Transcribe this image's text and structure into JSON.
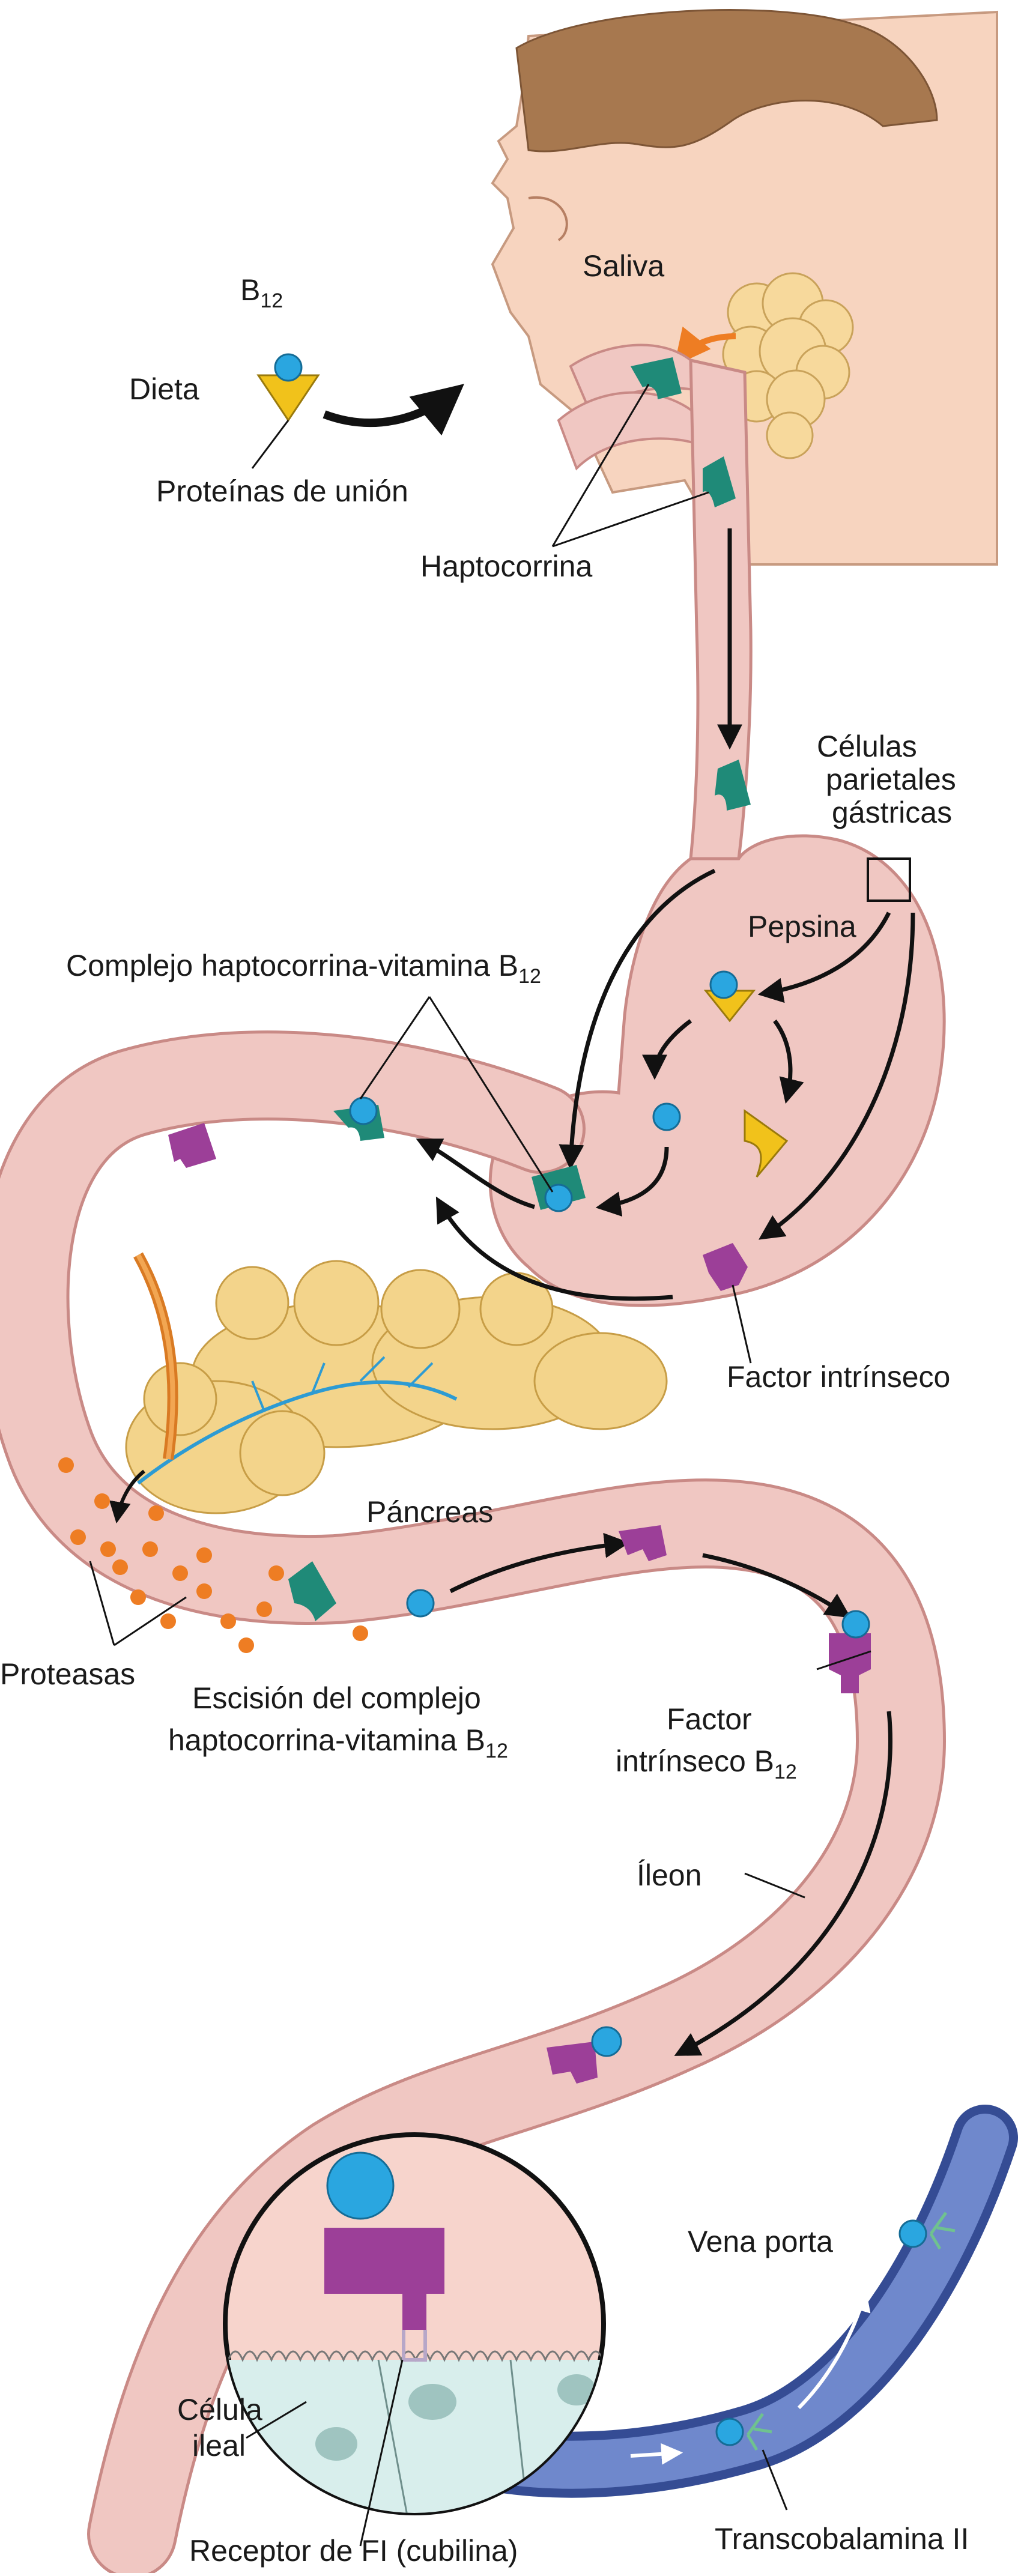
{
  "labels": {
    "b12_main": "B",
    "b12_sub": "12",
    "dieta": "Dieta",
    "proteinas": "Proteínas de unión",
    "saliva": "Saliva",
    "haptocorrina": "Haptocorrina",
    "celulas_1": "Células",
    "celulas_2": "parietales",
    "celulas_3": "gástricas",
    "pepsina": "Pepsina",
    "complejo_main": "Complejo haptocorrina-vitamina B",
    "complejo_sub": "12",
    "factor_intrinseco": "Factor intrínseco",
    "pancreas": "Páncreas",
    "proteasas": "Proteasas",
    "escision_1": "Escisión del complejo",
    "escision_2_main": "haptocorrina-vitamina  B",
    "escision_2_sub": "12",
    "fib12_1": "Factor",
    "fib12_2_main": "intrínseco B",
    "fib12_2_sub": "12",
    "ileon": "Íleon",
    "vena_porta": "Vena porta",
    "celula_ileal_1": "Célula",
    "celula_ileal_2": "ileal",
    "receptor": "Receptor de FI (cubilina)",
    "transcobalamina": "Transcobalamina II"
  },
  "colors": {
    "gut_fill": "#f0c7c2",
    "gut_stroke": "#c98a86",
    "haptocorrin": "#1f8a78",
    "b12": "#2aa6e0",
    "binding_protein": "#f1c21b",
    "intrinsic_factor": "#9c3f98",
    "protease": "#ee7d23",
    "pancreas": "#f3d48b",
    "portal_vein": "#4e68b3",
    "hair": "#a7784f",
    "skin": "#f7d4bf"
  }
}
